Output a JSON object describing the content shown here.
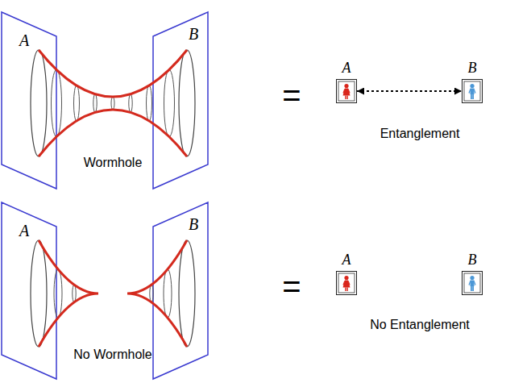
{
  "diagram": {
    "nodes": [
      {
        "text": [
          "A"
        ]
      },
      {
        "text": [
          "B"
        ]
      },
      {
        "text": [
          "A"
        ]
      },
      {
        "text": [
          "B"
        ]
      }
    ],
    "edges": [
      {
        "from": 0,
        "to": 1,
        "arrow": "both"
      }
    ],
    "labels": [
      "A",
      "B",
      "Wormhole",
      "=",
      "Entanglement",
      "A",
      "B",
      "No Wormhole",
      "=",
      "No Entanglement"
    ]
  }
}
